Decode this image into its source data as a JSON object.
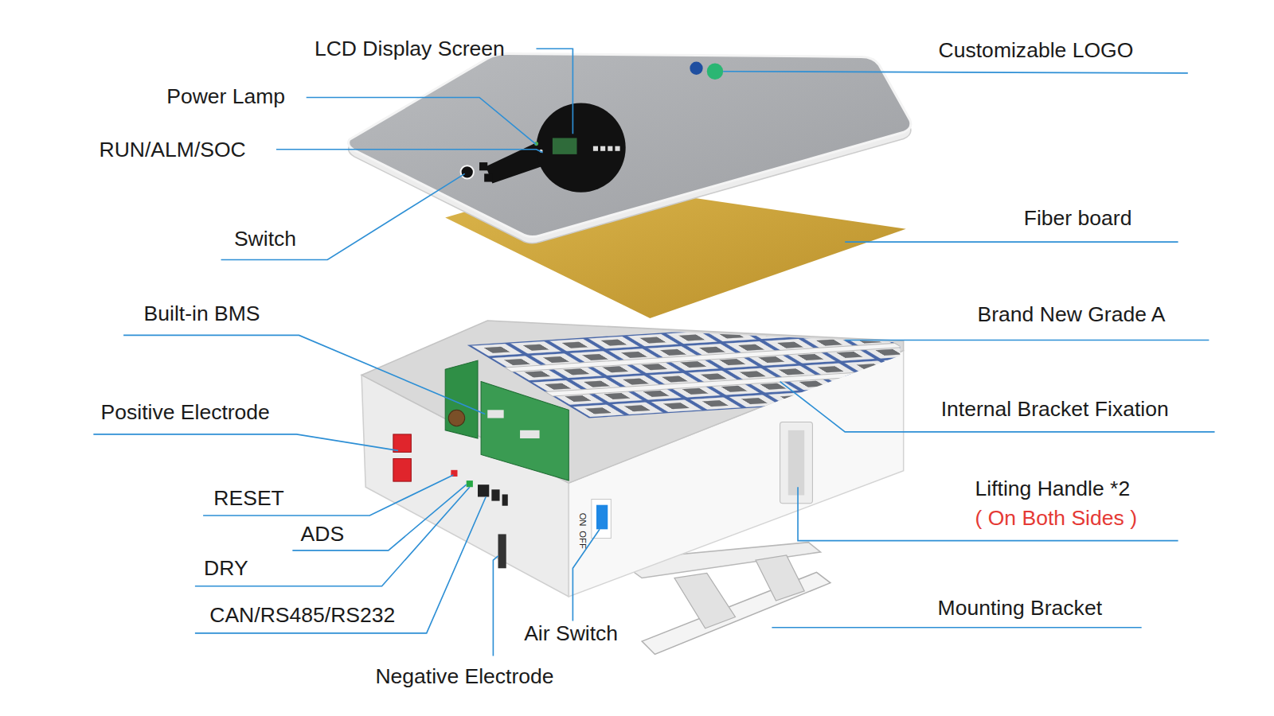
{
  "diagram": {
    "labels": [
      "LCD Display Screen",
      "Customizable LOGO",
      "Power Lamp",
      "RUN/ALM/SOC",
      "Switch",
      "Fiber board",
      "Built-in BMS",
      "Brand New Grade A",
      "Positive Electrode",
      "Internal Bracket Fixation",
      "RESET",
      "Lifting Handle *2",
      "( On Both Sides )",
      "ADS",
      "DRY",
      "Mounting Bracket",
      "CAN/RS485/RS232",
      "ON",
      "OFF",
      "Air Switch",
      "Negative Electrode"
    ]
  }
}
